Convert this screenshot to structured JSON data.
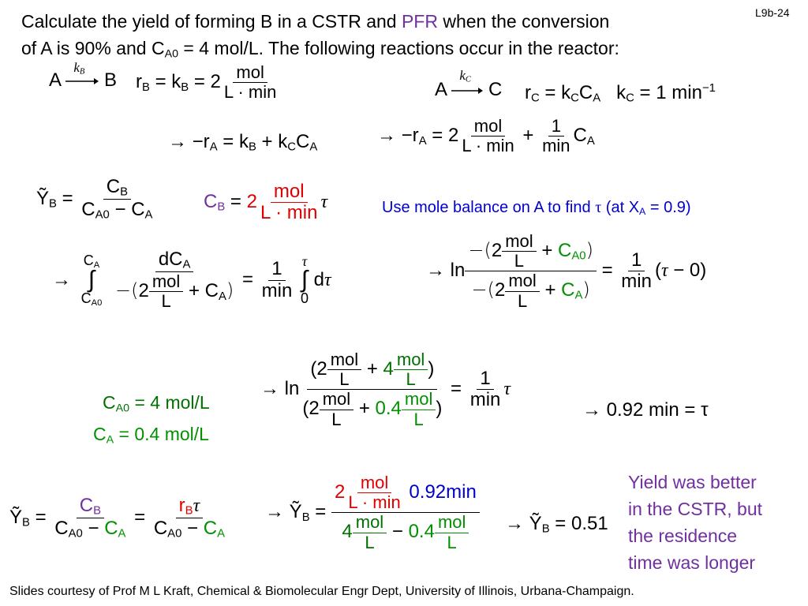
{
  "slide_number": "L9b-24",
  "problem": {
    "line1_a": "Calculate the yield of forming B in a CSTR and ",
    "line1_pfr": "PFR",
    "line1_b": " when the conversion",
    "line2": "of A is 90% and C",
    "line2_sub": "A0",
    "line2_b": " = 4 mol/L.  The following reactions occur in the reactor:"
  },
  "note": {
    "mole_balance": "Use mole balance on A to find ",
    "tau": "τ",
    "at_x": " (at X",
    "at_x_sub": "A",
    "at_x_end": " = 0.9)"
  },
  "conditions": {
    "ca0": "C",
    "ca0_sub": "A0",
    "ca0_val": "= 4 mol/L",
    "ca": "C",
    "ca_sub": "A",
    "ca_val": "= 0.4 mol/L"
  },
  "result_tau": "→ 0.92 min = τ",
  "yield_result": "0.51",
  "conclusion": [
    "Yield was better",
    "in the CSTR, but",
    "the residence",
    "time was longer"
  ],
  "footer": "Slides courtesy of Prof M L Kraft, Chemical & Biomolecular Engr Dept, University of Illinois, Urbana-Champaign.",
  "colors": {
    "purple": "#7030a0",
    "red": "#e00000",
    "blue": "#0000cc",
    "green": "#009000",
    "dark_green": "#007000"
  }
}
